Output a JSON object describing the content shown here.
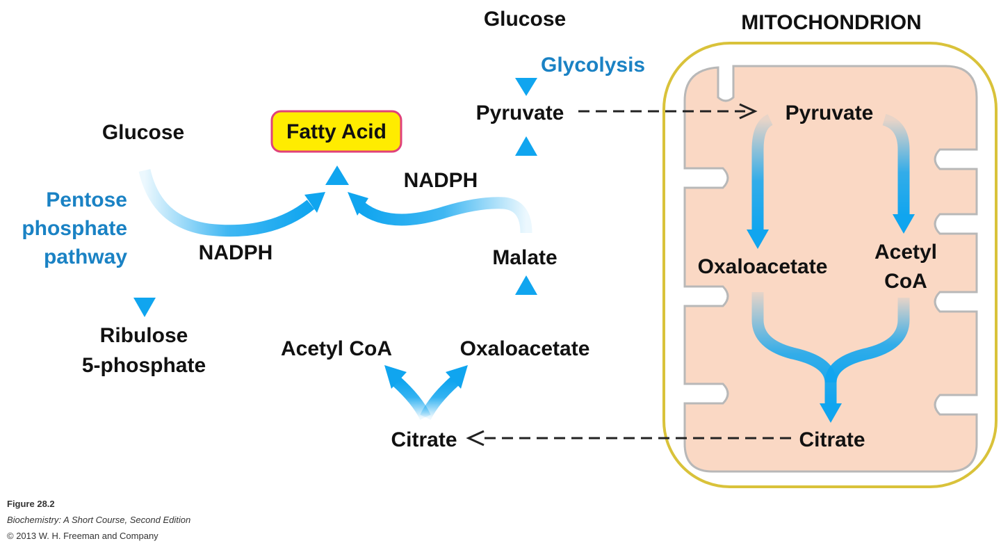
{
  "labels": {
    "glucose_left": "Glucose",
    "pentose_1": "Pentose",
    "pentose_2": "phosphate",
    "pentose_3": "pathway",
    "nadph_left": "NADPH",
    "ribulose_1": "Ribulose",
    "ribulose_2": "5-phosphate",
    "fatty_acid": "Fatty Acid",
    "acetyl_coa": "Acetyl CoA",
    "nadph_right": "NADPH",
    "glucose_top": "Glucose",
    "glycolysis": "Glycolysis",
    "pyruvate_cyto": "Pyruvate",
    "malate": "Malate",
    "oxaloacetate_cyto": "Oxaloacetate",
    "citrate_cyto": "Citrate",
    "mitochondrion": "MITOCHONDRION",
    "pyruvate_mito": "Pyruvate",
    "oxaloacetate_mito": "Oxaloacetate",
    "acetyl_mito_1": "Acetyl",
    "acetyl_mito_2": "CoA",
    "citrate_mito": "Citrate"
  },
  "caption": {
    "figure": "Figure 28.2",
    "book": "Biochemistry: A Short Course, Second Edition",
    "copyright": "© 2013 W. H. Freeman and Company"
  },
  "colors": {
    "arrow_blue": "#10a5ef",
    "pathway_text_blue": "#1a82c4",
    "fatty_acid_fill": "#ffec00",
    "fatty_acid_border": "#e0417a",
    "mito_outer_border": "#d9c23a",
    "mito_inner_fill": "#fad8c4"
  }
}
